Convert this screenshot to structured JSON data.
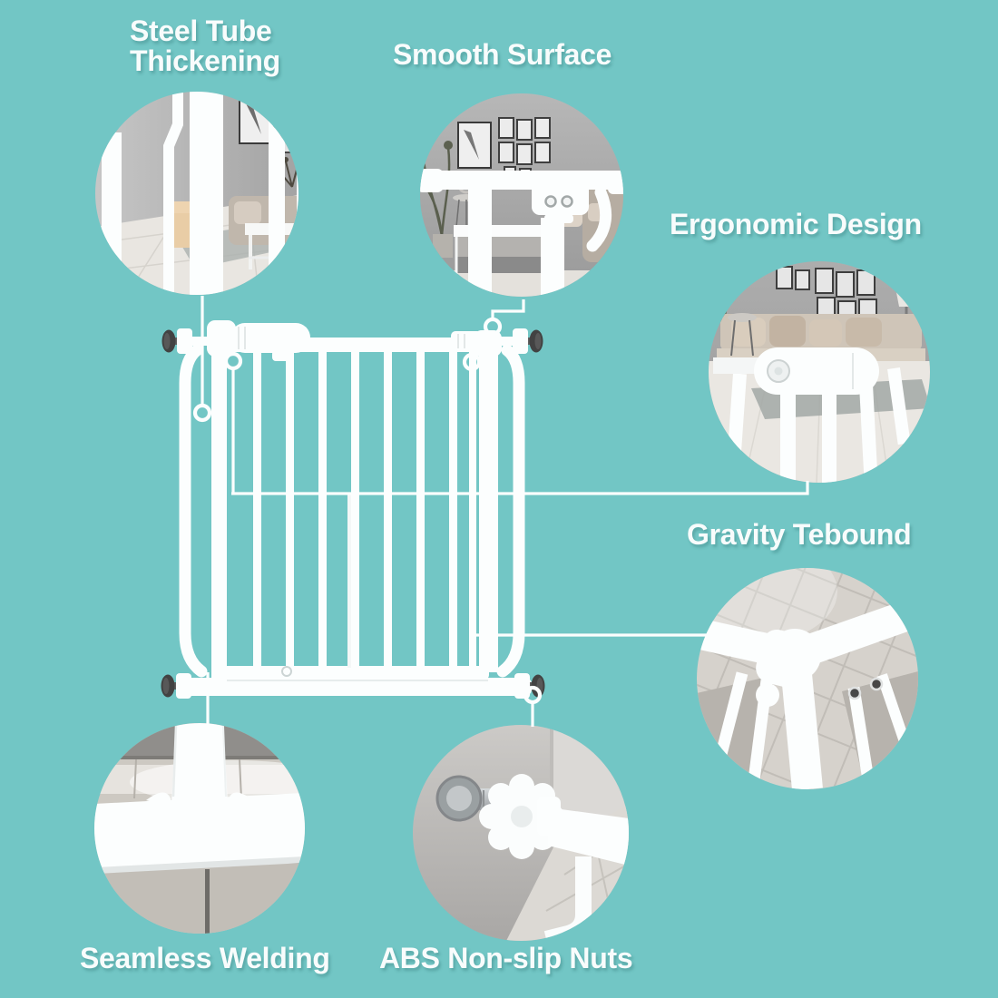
{
  "colors": {
    "background": "#72c6c5",
    "structure_white": "#fcfefe",
    "knob_gray": "#424242",
    "label_text": "#f8fcfc"
  },
  "features": [
    {
      "id": "steel-tube-thickening",
      "label": "Steel Tube Thickening"
    },
    {
      "id": "smooth-surface",
      "label": "Smooth Surface"
    },
    {
      "id": "ergonomic-design",
      "label": "Ergonomic Design"
    },
    {
      "id": "gravity-tebound",
      "label": "Gravity Tebound"
    },
    {
      "id": "seamless-welding",
      "label": "Seamless Welding"
    },
    {
      "id": "abs-non-slip-nuts",
      "label": "ABS Non-slip Nuts"
    }
  ]
}
